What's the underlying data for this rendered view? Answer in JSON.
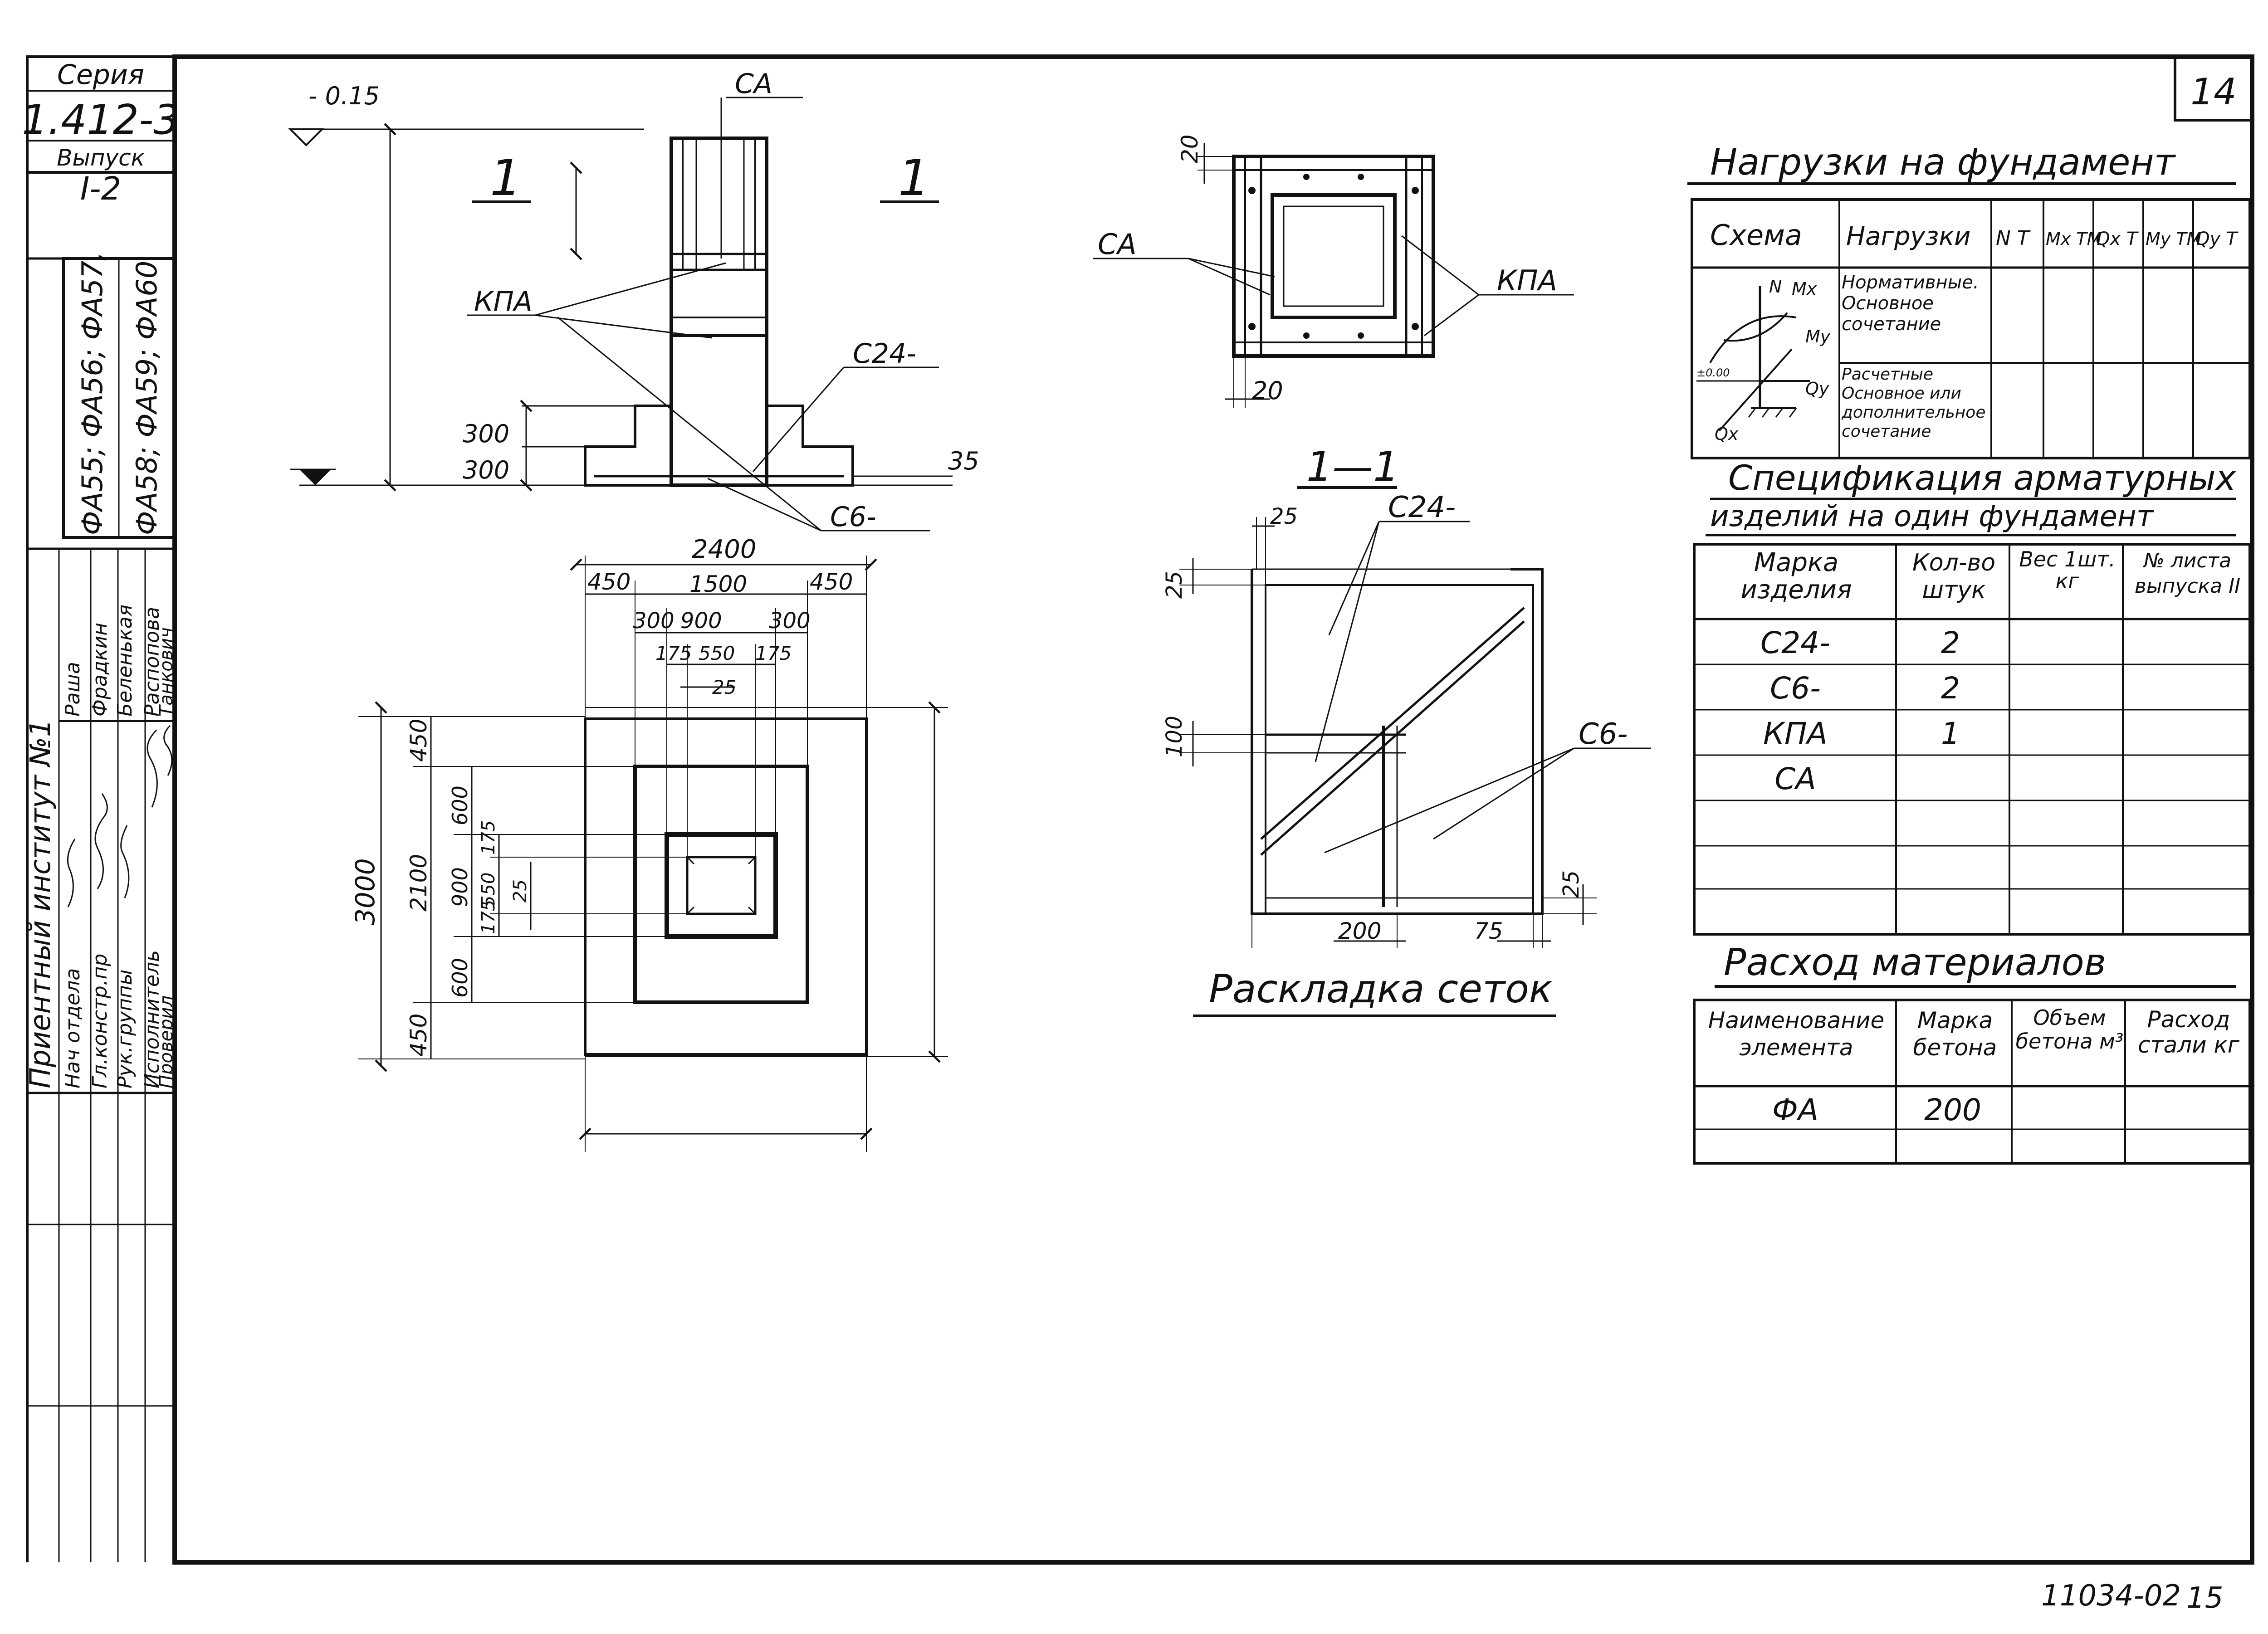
{
  "stamp": {
    "series_label": "Серия",
    "series_number": "1.412-3",
    "issue_label": "Выпуск",
    "issue_number": "I-2",
    "marks_line1": "ФА55; ФА56; ФА57,",
    "marks_line2": "ФА58; ФА59; ФА60",
    "institute": "Приентный институт №1",
    "roles": [
      "Нач отдела",
      "Гл.констр.пр",
      "Рук.группы",
      "Исполнитель",
      "Проверил"
    ],
    "names": [
      "Раша",
      "Фрадкин",
      "Беленькая",
      "Распопова",
      "Танкович"
    ]
  },
  "sheet_number": "14",
  "footer": {
    "code": "11034-02",
    "page": "15"
  },
  "elevation": {
    "level": "- 0.15",
    "section_mark_left": "1",
    "section_mark_right": "1",
    "labels": {
      "ca": "СА",
      "kpa": "КПА",
      "c24": "С24-",
      "c6": "С6-"
    },
    "dims": {
      "step1": "300",
      "step2": "300",
      "cover": "35"
    }
  },
  "plan": {
    "dim_total_x": "2400",
    "dims_x_row1": [
      "450",
      "1500",
      "450"
    ],
    "dims_x_row2": [
      "300",
      "900",
      "300"
    ],
    "dims_x_row3": [
      "175",
      "550",
      "175"
    ],
    "dim_x_small": "25",
    "dim_total_y": "3000",
    "dims_y_row1": [
      "450",
      "2100",
      "450"
    ],
    "dims_y_row2": [
      "600",
      "900",
      "600"
    ],
    "dims_y_row3": [
      "175",
      "550",
      "175"
    ],
    "dim_y_small": "25"
  },
  "column_section": {
    "labels": {
      "ca": "СА",
      "kpa": "КПА"
    },
    "dim_top": "20",
    "dim_bottom": "20"
  },
  "mesh_layout": {
    "section_title": "1—1",
    "labels": {
      "c24": "С24-",
      "c6": "С6-"
    },
    "dims": {
      "top_left": "25",
      "top": "25",
      "mid": "100",
      "bottom": "200",
      "bottom_right": "75",
      "right": "25"
    },
    "caption": "Раскладка сеток"
  },
  "loads": {
    "title": "Нагрузки на фундамент",
    "headers": [
      "Схема",
      "Нагрузки",
      "N Т",
      "Mx ТМ",
      "Qx Т",
      "My ТМ",
      "Qy Т"
    ],
    "rows": [
      {
        "type": "Нормативные. Основное сочетание"
      },
      {
        "type": "Расчетные Основное или дополнительное сочетание"
      }
    ],
    "scheme_labels": {
      "n": "N",
      "mx": "Mx",
      "my": "My",
      "qy": "Qy",
      "qx": "Qx",
      "level": "±0.00"
    }
  },
  "spec": {
    "title_line1": "Спецификация арматурных",
    "title_line2": "изделий на один фундамент",
    "headers": [
      "Марка изделия",
      "Кол-во штук",
      "Вес 1шт. кг",
      "№ листа выпуска II"
    ],
    "rows": [
      {
        "mark": "С24-",
        "qty": "2"
      },
      {
        "mark": "С6-",
        "qty": "2"
      },
      {
        "mark": "КПА",
        "qty": "1"
      },
      {
        "mark": "СА",
        "qty": ""
      }
    ]
  },
  "materials": {
    "title": "Расход материалов",
    "headers": [
      "Наименование элемента",
      "Марка бетона",
      "Объем бетона м³",
      "Расход стали кг"
    ],
    "rows": [
      {
        "element": "ФА",
        "concrete_grade": "200"
      }
    ]
  }
}
